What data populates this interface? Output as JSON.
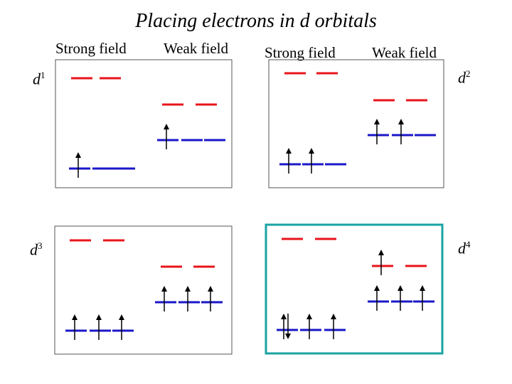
{
  "title": "Placing electrons in d orbitals",
  "headers": [
    "Strong field",
    "Weak field",
    "Strong field",
    "Weak field"
  ],
  "d_labels": [
    {
      "base": "d",
      "sup": "1"
    },
    {
      "base": "d",
      "sup": "2"
    },
    {
      "base": "d",
      "sup": "3"
    },
    {
      "base": "d",
      "sup": "4"
    }
  ],
  "colors": {
    "upper_level": "#e8141b",
    "lower_level": "#1a17c8",
    "highlight_border": "#1aa3a3",
    "panel_border": "#555555",
    "arrow": "#000000"
  },
  "panels": [
    {
      "name": "d1",
      "highlighted": false,
      "strong_lower_electrons": [
        "up",
        "none",
        "none"
      ],
      "weak_lower_electrons": [
        "up",
        "none",
        "none"
      ],
      "weak_upper_electrons": [
        "none",
        "none"
      ]
    },
    {
      "name": "d2",
      "highlighted": false,
      "strong_lower_electrons": [
        "up",
        "up",
        "none"
      ],
      "weak_lower_electrons": [
        "up",
        "up",
        "none"
      ],
      "weak_upper_electrons": [
        "none",
        "none"
      ]
    },
    {
      "name": "d3",
      "highlighted": false,
      "strong_lower_electrons": [
        "up",
        "up",
        "up"
      ],
      "weak_lower_electrons": [
        "up",
        "up",
        "up"
      ],
      "weak_upper_electrons": [
        "none",
        "none"
      ]
    },
    {
      "name": "d4",
      "highlighted": true,
      "strong_lower_electrons": [
        "pair",
        "up",
        "up"
      ],
      "weak_lower_electrons": [
        "up",
        "up",
        "up"
      ],
      "weak_upper_electrons": [
        "up",
        "none"
      ]
    }
  ]
}
